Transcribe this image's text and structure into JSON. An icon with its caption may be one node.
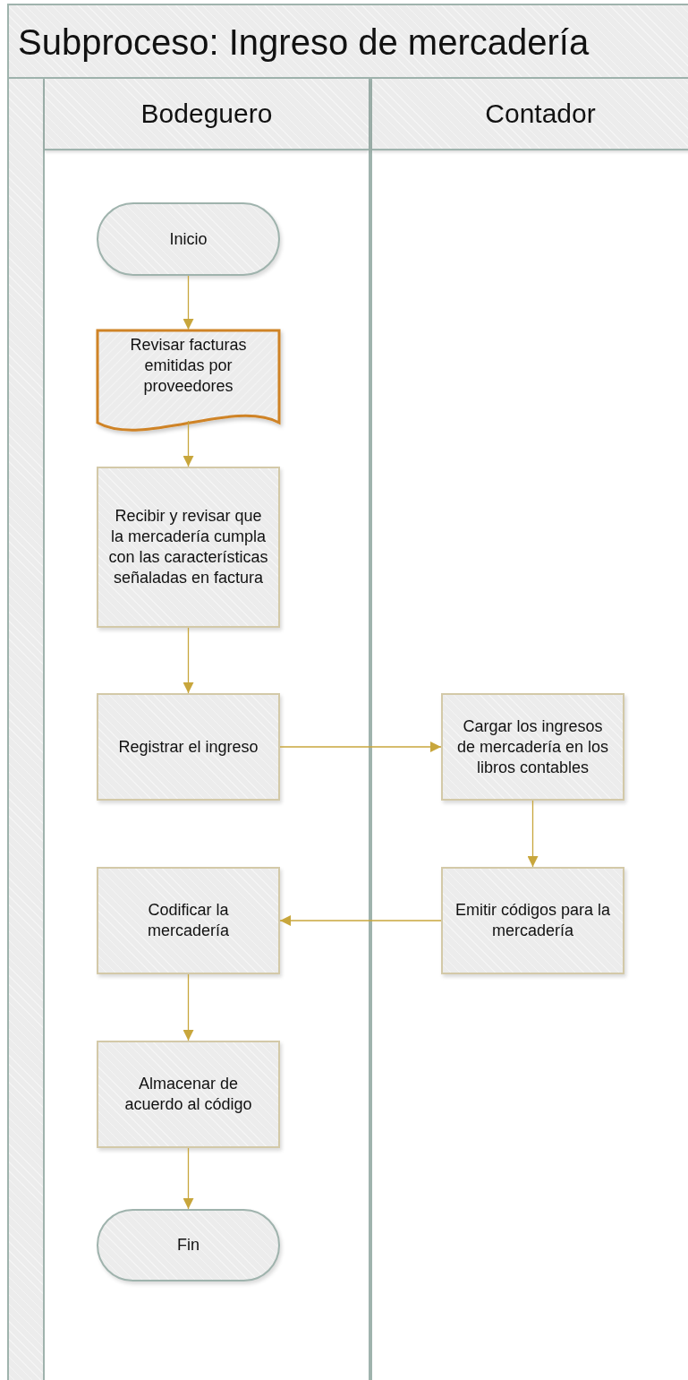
{
  "diagram": {
    "nodes": [
      {
        "text": [
          "Subproceso: Ingreso de mercadería"
        ]
      },
      {
        "text": [
          "Bodeguero"
        ],
        "in": 0
      },
      {
        "text": [
          "Contador"
        ],
        "in": 0
      },
      {
        "text": [
          "Inicio"
        ],
        "in": 1
      },
      {
        "text": [
          "Revisar facturas emitidas por proveedores"
        ],
        "in": 1
      },
      {
        "text": [
          "Recibir y revisar que la mercadería cumpla con las características señaladas en factura"
        ],
        "in": 1
      },
      {
        "text": [
          "Registrar el ingreso"
        ],
        "in": 1
      },
      {
        "text": [
          "Cargar los ingresos de mercadería en los libros contables"
        ],
        "in": 2
      },
      {
        "text": [
          "Codificar la mercadería"
        ],
        "in": 1
      },
      {
        "text": [
          "Emitir códigos para la mercadería"
        ],
        "in": 2
      },
      {
        "text": [
          "Almacenar de acuerdo al código"
        ],
        "in": 1
      },
      {
        "text": [
          "Fin"
        ],
        "in": 1
      }
    ],
    "edges": [
      {
        "from": 3,
        "to": 4,
        "arrow": "to"
      },
      {
        "from": 4,
        "to": 5,
        "arrow": "to"
      },
      {
        "from": 5,
        "to": 6,
        "arrow": "to"
      },
      {
        "from": 6,
        "to": 7,
        "arrow": "to"
      },
      {
        "from": 7,
        "to": 9,
        "arrow": "to"
      },
      {
        "from": 9,
        "to": 8,
        "arrow": "to"
      },
      {
        "from": 8,
        "to": 10,
        "arrow": "to"
      },
      {
        "from": 10,
        "to": 11,
        "arrow": "to"
      }
    ]
  }
}
